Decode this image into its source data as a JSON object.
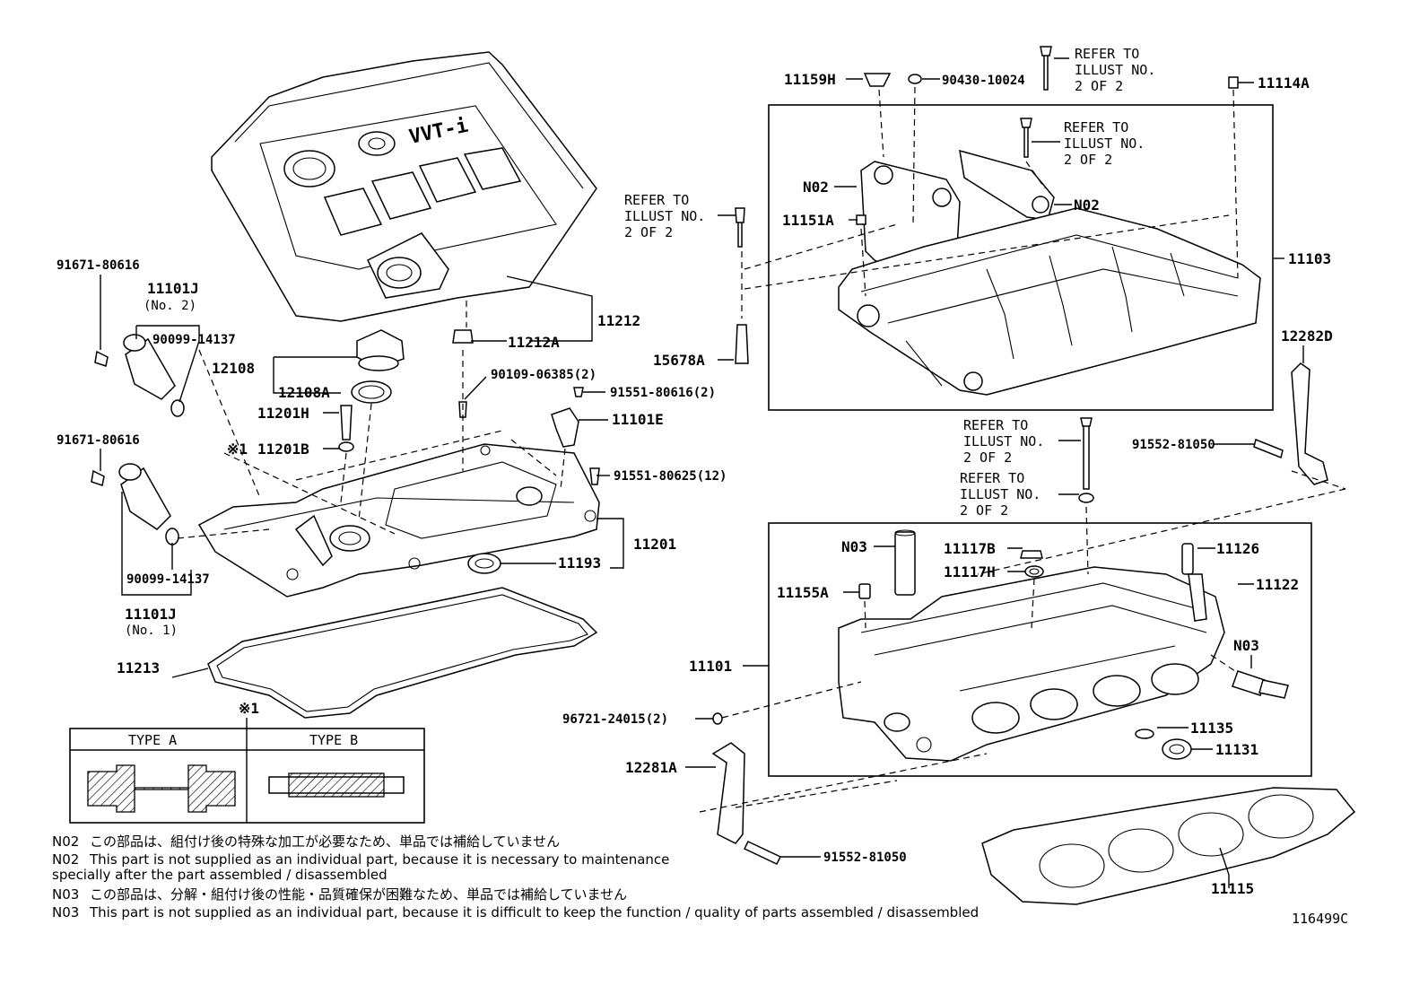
{
  "parts": {
    "p91671_a": "91671-80616",
    "p11101J_2": "11101J",
    "p11101J_2_sub": "(No. 2)",
    "p90099_a": "90099-14137",
    "p91671_b": "91671-80616",
    "p90099_b": "90099-14137",
    "p11101J_1": "11101J",
    "p11101J_1_sub": "(No. 1)",
    "p11213": "11213",
    "p11212": "11212",
    "p11212A": "11212A",
    "p12108": "12108",
    "p12108A": "12108A",
    "p11201H": "11201H",
    "p11201B_mark": "※1",
    "p11201B": "11201B",
    "p90109": "90109-06385(2)",
    "p91551_2": "91551-80616(2)",
    "p11101E": "11101E",
    "p91551_12": "91551-80625(12)",
    "p11201": "11201",
    "p11193": "11193",
    "p11159H": "11159H",
    "p90430": "90430-10024",
    "p11114A": "11114A",
    "pN02_a": "N02",
    "pN02_b": "N02",
    "p11151A": "11151A",
    "p11103": "11103",
    "p15678A": "15678A",
    "p12282D": "12282D",
    "p91552_a": "91552-81050",
    "pN03_a": "N03",
    "p11117B": "11117B",
    "p11117H": "11117H",
    "p11126": "11126",
    "p11122": "11122",
    "p11155A": "11155A",
    "p11101": "11101",
    "pN03_b": "N03",
    "p96721": "96721-24015(2)",
    "p11135": "11135",
    "p11131": "11131",
    "p12281A": "12281A",
    "p91552_b": "91552-81050",
    "p11115": "11115"
  },
  "refs": {
    "r1": [
      "REFER TO",
      "ILLUST NO.",
      "2 OF 2"
    ],
    "r2": [
      "REFER TO",
      "ILLUST NO.",
      "2 OF 2"
    ],
    "r3": [
      "REFER TO",
      "ILLUST NO.",
      "2 OF 2"
    ],
    "r4": [
      "REFER TO",
      "ILLUST NO.",
      "2 OF 2"
    ],
    "r5": [
      "REFER TO",
      "ILLUST NO.",
      "2 OF 2"
    ]
  },
  "type_table": {
    "mark": "※1",
    "type_a": "TYPE A",
    "type_b": "TYPE B"
  },
  "notes": {
    "n1_code": "N02",
    "n1_text": "この部品は、組付け後の特殊な加工が必要なため、単品では補給していません",
    "n2_code": "N02",
    "n2_text": "This part is not supplied as an individual part, because it is necessary to maintenance",
    "n2_cont": "specially after the part assembled / disassembled",
    "n3_code": "N03",
    "n3_text": "この部品は、分解・組付け後の性能・品質確保が困難なため、単品では補給していません",
    "n4_code": "N03",
    "n4_text": "This part is not supplied as an individual part, because it is difficult to keep the function / quality of parts  assembled / disassembled"
  },
  "illustration_id": "116499C"
}
